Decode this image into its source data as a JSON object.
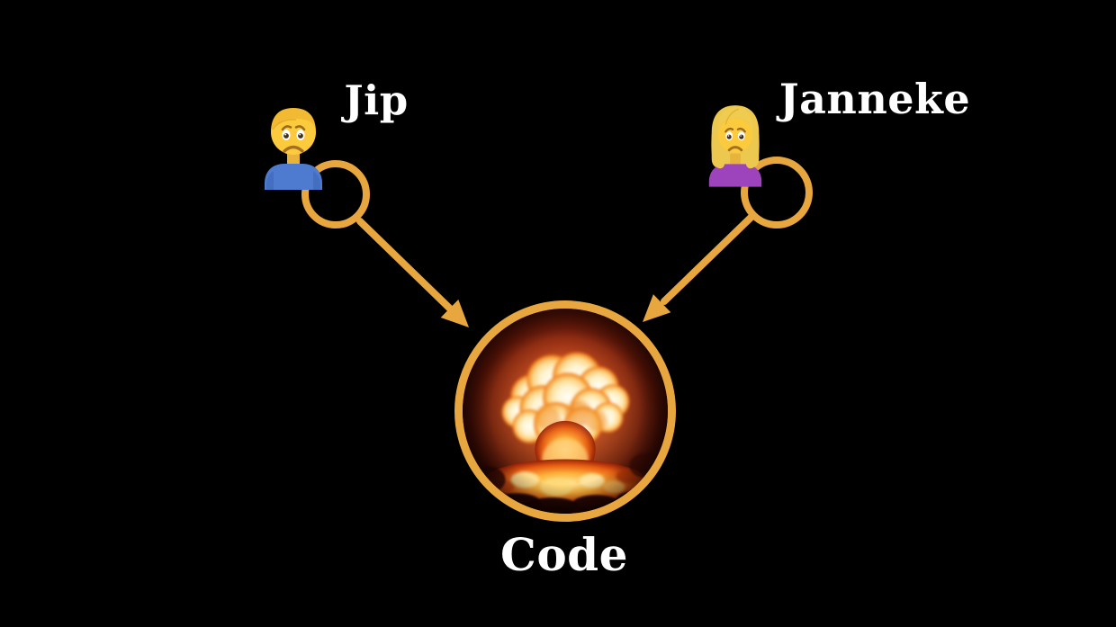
{
  "slide": {
    "background_color": "#000000",
    "text_color": "#FFFFFF",
    "accent_color": "#E7A63E"
  },
  "nodes": {
    "left_person": {
      "label": "Jip",
      "icon": "man-frowning-emoji",
      "shirt_color": "#4E7BD0"
    },
    "right_person": {
      "label": "Janneke",
      "icon": "woman-frowning-emoji",
      "shirt_color": "#9D44BD"
    },
    "center": {
      "label": "Code",
      "icon": "nuclear-explosion-photo"
    }
  },
  "connections": [
    {
      "from": "left_person",
      "to": "center",
      "style": "arrow"
    },
    {
      "from": "right_person",
      "to": "center",
      "style": "arrow"
    }
  ]
}
